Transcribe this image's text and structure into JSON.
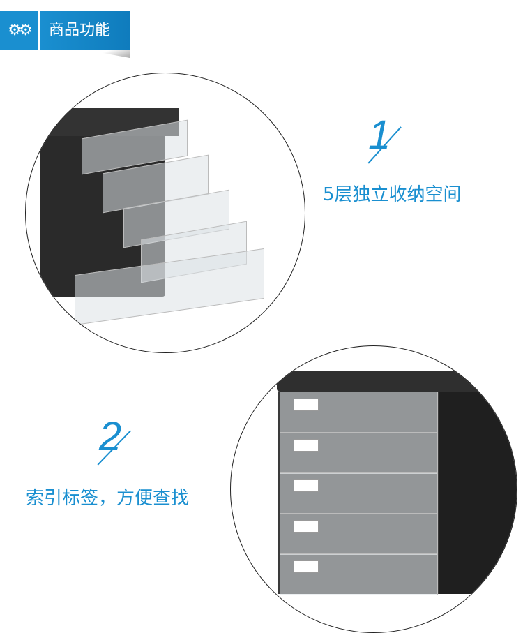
{
  "header": {
    "icon": "gears-icon",
    "title": "商品功能"
  },
  "features": [
    {
      "number": "1",
      "text": "5层独立收纳空间"
    },
    {
      "number": "2",
      "text": "索引标签，方便查找"
    }
  ],
  "colors": {
    "accent": "#1a8fd0"
  }
}
